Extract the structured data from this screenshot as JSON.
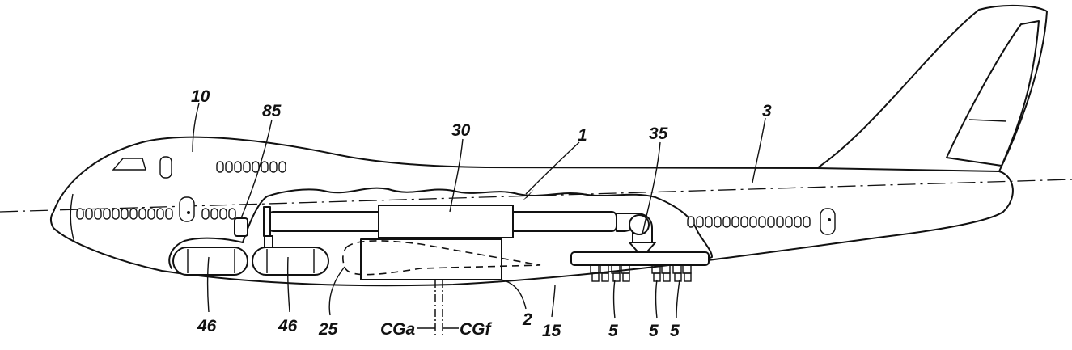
{
  "labels": {
    "l10": "10",
    "l85": "85",
    "l30": "30",
    "l1": "1",
    "l35": "35",
    "l3": "3",
    "l46a": "46",
    "l46b": "46",
    "l25": "25",
    "lCGa": "CGa",
    "lCGf": "CGf",
    "l2": "2",
    "l15": "15",
    "l5a": "5",
    "l5b": "5",
    "l5c": "5"
  }
}
